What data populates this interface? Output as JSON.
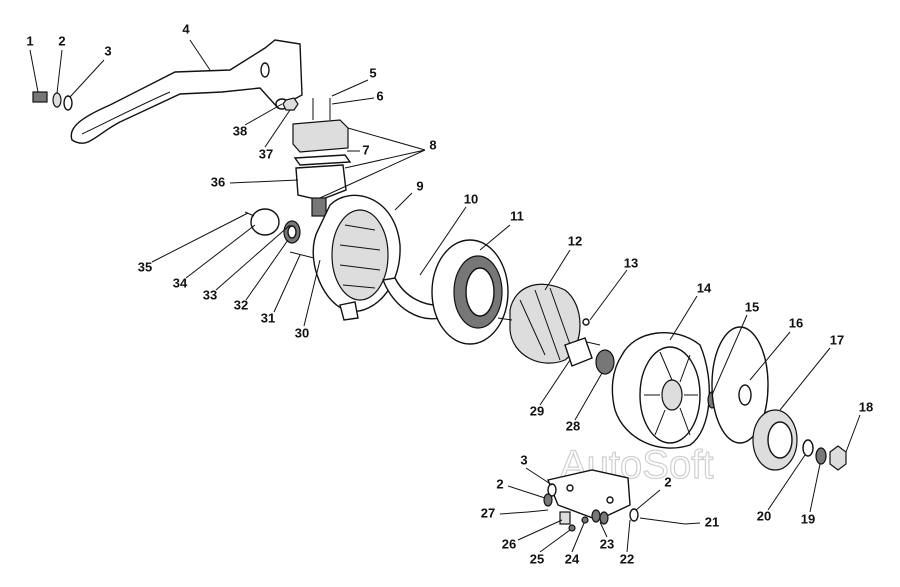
{
  "watermark": "AutoSoft",
  "labels": {
    "n1": "1",
    "n2": "2",
    "n3": "3",
    "n4": "4",
    "n5": "5",
    "n6": "6",
    "n7": "7",
    "n8": "8",
    "n9": "9",
    "n10": "10",
    "n11": "11",
    "n12": "12",
    "n13": "13",
    "n14": "14",
    "n15": "15",
    "n16": "16",
    "n17": "17",
    "n18": "18",
    "n19": "19",
    "n20": "20",
    "n21": "21",
    "n22": "22",
    "n23": "23",
    "n24": "24",
    "n25": "25",
    "n26": "26",
    "n27": "27",
    "n28": "28",
    "n29": "29",
    "n30": "30",
    "n31": "31",
    "n32": "32",
    "n33": "33",
    "n34": "34",
    "n35": "35",
    "n36": "36",
    "n37": "37",
    "n38": "38"
  }
}
